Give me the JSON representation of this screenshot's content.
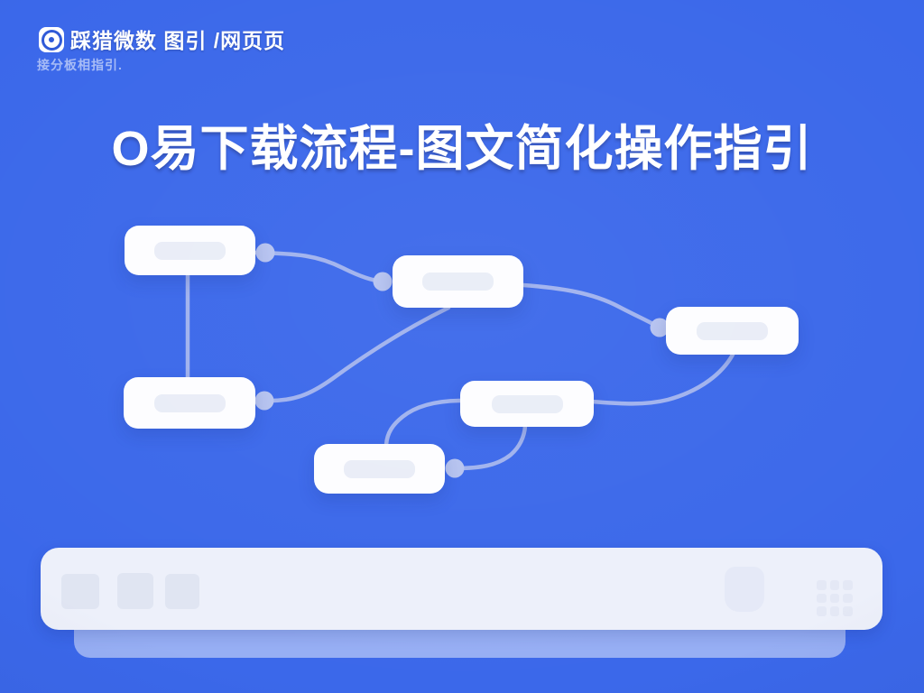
{
  "page": {
    "background_color": "#3b68ea"
  },
  "header": {
    "logo_icon": "disc-target-icon",
    "brand_text": "踩猎微数 图引 /网页页",
    "tagline": "接分板相指引."
  },
  "title": "O易下载流程-图文简化操作指引",
  "flowchart": {
    "node_color": "#ffffff",
    "node_placeholder_color": "#e9edf7",
    "connector_color": "#a9b9ee",
    "connector_dot_color": "#b6c3f0",
    "nodes": [
      {
        "id": "step-1",
        "label": ""
      },
      {
        "id": "step-2",
        "label": ""
      },
      {
        "id": "step-3",
        "label": ""
      },
      {
        "id": "step-4",
        "label": ""
      },
      {
        "id": "step-5",
        "label": ""
      },
      {
        "id": "step-6",
        "label": ""
      }
    ],
    "connections": [
      {
        "from": "step-1",
        "to": "step-2",
        "dot_at": "both-ends"
      },
      {
        "from": "step-1",
        "to": "step-4",
        "dot_at": "none"
      },
      {
        "from": "step-2",
        "to": "step-3",
        "dot_at": "step-3-left"
      },
      {
        "from": "step-4",
        "to": "step-2",
        "dot_at": "step-4-right"
      },
      {
        "from": "step-3",
        "to": "step-5",
        "dot_at": "none"
      },
      {
        "from": "step-5",
        "to": "step-6",
        "dot_at": "none"
      },
      {
        "from": "step-6",
        "to": "step-5",
        "dot_at": "step-6-right"
      }
    ]
  },
  "bottom_bar": {
    "bar_color": "#edf0fa",
    "shadow_bar_color": "rgba(255,255,255,0.47)",
    "tile_count": 3,
    "right_icons": [
      "stamp-icon",
      "dots-grid-icon"
    ]
  }
}
